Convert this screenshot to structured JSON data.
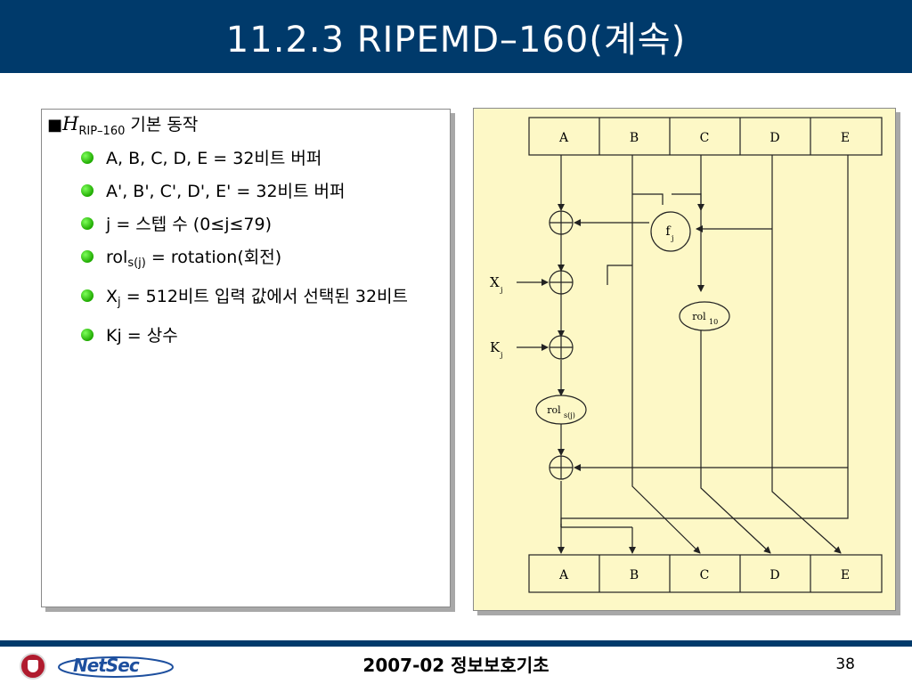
{
  "title": "11.2.3 RIPEMD–160(계속)",
  "main_bullet": {
    "symbol": "H",
    "subscript": "RIP–160",
    "text": "기본 동작"
  },
  "bullets": [
    {
      "text": "A, B, C, D, E = 32비트 버퍼"
    },
    {
      "text": "A', B', C', D', E' = 32비트 버퍼"
    },
    {
      "text": "j = 스텝 수 (0≤j≤79)"
    },
    {
      "pre": "rol",
      "sub": "s(j)",
      "post": " = rotation(회전)"
    },
    {
      "pre": "X",
      "sub": "j",
      "post": " = 512비트 입력 값에서 선택된 32비트"
    },
    {
      "text": "Kj = 상수"
    }
  ],
  "diagram": {
    "top_registers": [
      "A",
      "B",
      "C",
      "D",
      "E"
    ],
    "bottom_registers": [
      "A",
      "B",
      "C",
      "D",
      "E"
    ],
    "function_label": "f",
    "function_sub": "j",
    "rotate10_label": "rol",
    "rotate10_sub": "10",
    "rotate_s_label": "rol",
    "rotate_s_sub": "s(j)",
    "input_x_label": "X",
    "input_x_sub": "j",
    "input_k_label": "K",
    "input_k_sub": "j",
    "colors": {
      "background": "#fdf8c6",
      "stroke": "#222222"
    }
  },
  "footer": {
    "text": "2007-02 정보보호기초",
    "page": "38",
    "logo_text": "NetSec"
  },
  "colors": {
    "title_bar": "#003a6b",
    "bullet_green": "#22aa00"
  }
}
